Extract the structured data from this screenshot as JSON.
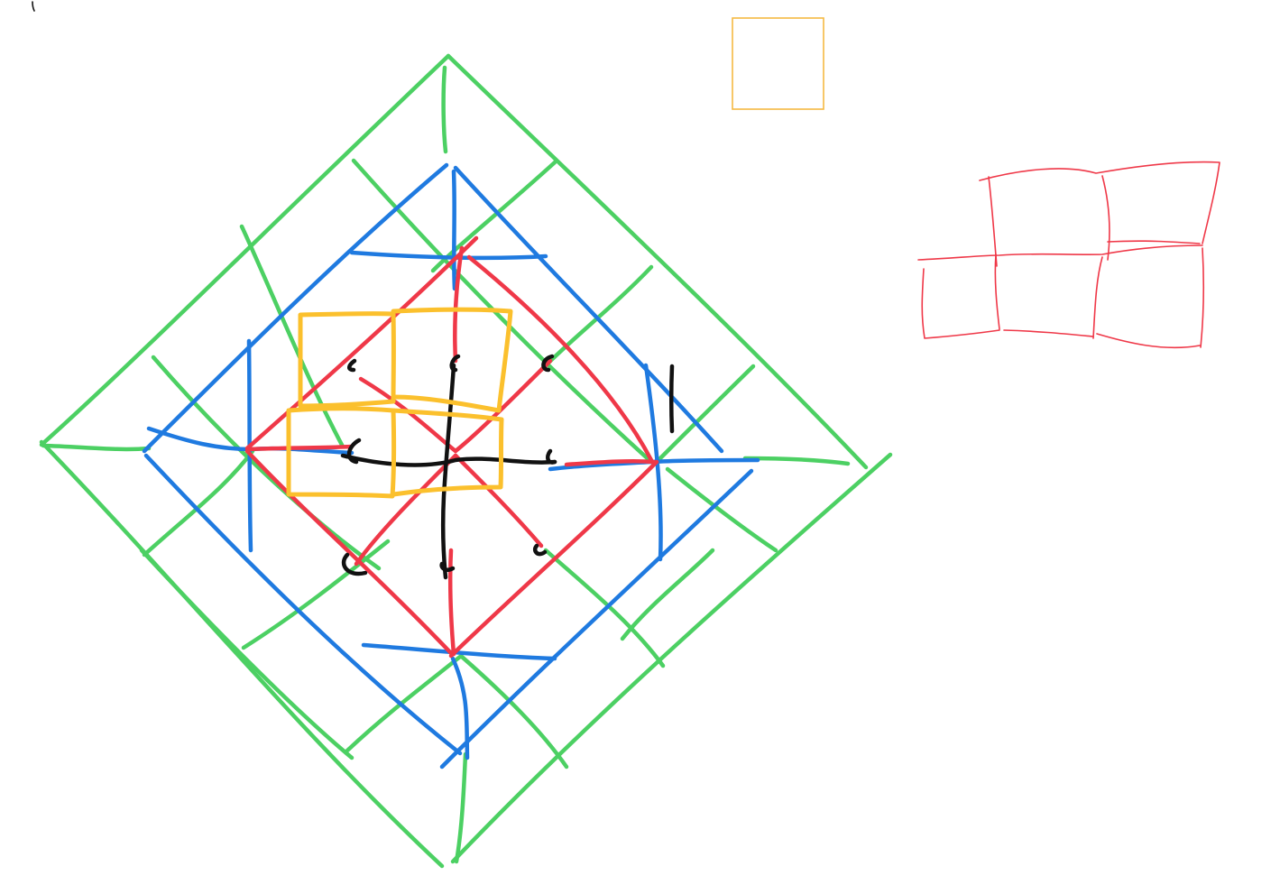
{
  "colors": {
    "canvas_bg": "#ffffff",
    "green": "#4cd063",
    "blue": "#1f7ae0",
    "red": "#ef3848",
    "yellow": "#fbc02d",
    "yellow_thin": "#f5b942",
    "black": "#111111"
  },
  "shapes": [
    "outer-green-diamond-grid",
    "blue-diamond-grid",
    "red-inner-diamond",
    "yellow-square-grid",
    "black-center-cross",
    "small-yellow-square",
    "red-hand-drawn-cells"
  ]
}
